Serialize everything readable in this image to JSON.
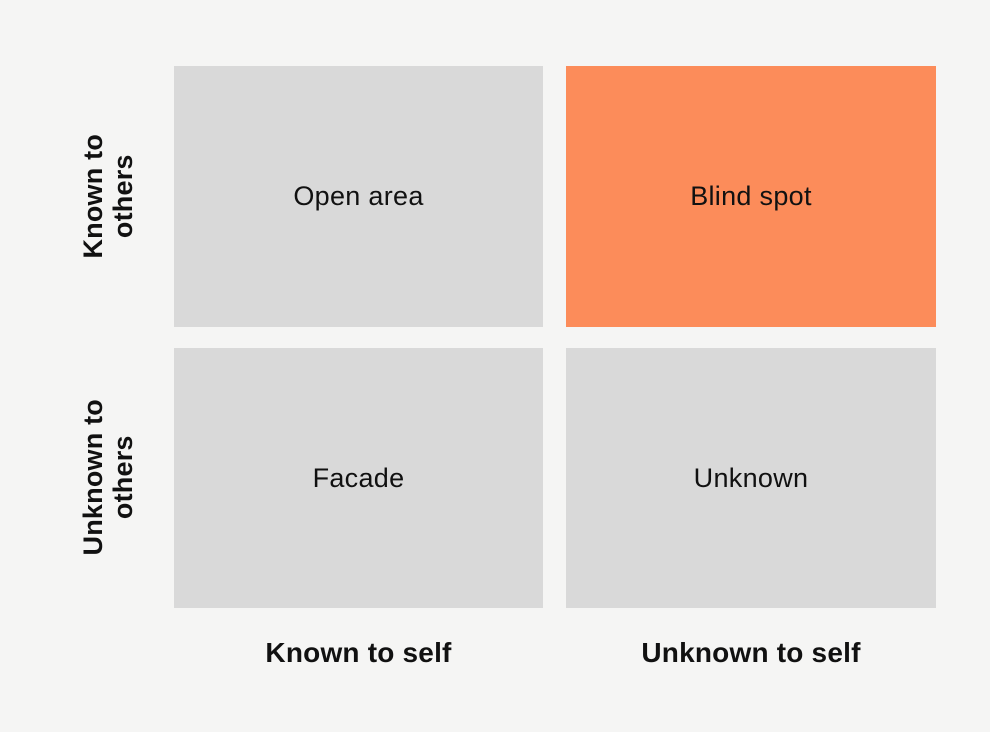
{
  "matrix": {
    "quadrants": [
      {
        "label": "Open area",
        "highlighted": false
      },
      {
        "label": "Blind spot",
        "highlighted": true
      },
      {
        "label": "Facade",
        "highlighted": false
      },
      {
        "label": "Unknown",
        "highlighted": false
      }
    ],
    "row_labels": [
      {
        "line1": "Known to",
        "line2": "others"
      },
      {
        "line1": "Unknown to",
        "line2": "others"
      }
    ],
    "col_labels": [
      "Known to self",
      "Unknown to self"
    ],
    "colors": {
      "background": "#F5F5F4",
      "quadrant_default": "#D9D9D9",
      "quadrant_highlight": "#FC8C5A",
      "text": "#111111"
    }
  }
}
